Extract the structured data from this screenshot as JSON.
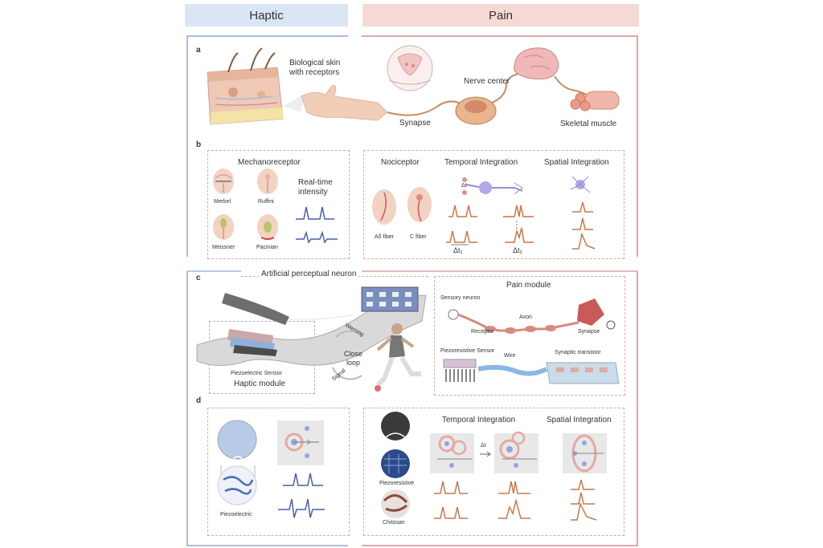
{
  "headers": {
    "haptic": "Haptic",
    "pain": "Pain"
  },
  "panels": {
    "a": "a",
    "b": "b",
    "c": "c",
    "d": "d"
  },
  "panel_a": {
    "skin": "Biological skin\nwith receptors",
    "synapse": "Synapse",
    "nerve_center": "Nerve center",
    "muscle": "Skeletal muscle"
  },
  "panel_b": {
    "mechanoreceptor": "Mechanoreceptor",
    "realtime": "Real-time\nintensity",
    "merkel": "Merkel",
    "ruffini": "Ruffini",
    "meissner": "Meissner",
    "pacinian": "Pacinian",
    "nociceptor": "Nociceptor",
    "temporal": "Temporal Integration",
    "spatial": "Spatial Integration",
    "adelta": "Aδ fiber",
    "cfiber": "C fiber",
    "dt1": "Δt₁",
    "dt2": "Δt₂",
    "dt_small": "Δt"
  },
  "panel_c": {
    "apn": "Artificial perceptual neuron",
    "warning": "Warning",
    "close_loop": "Close\nloop",
    "signal": "Signal",
    "piezo_sensor": "Piezoelectric Sensor",
    "haptic_module": "Haptic module",
    "pain_module": "Pain module",
    "sensory_neuron": "Sensory neuron",
    "axon": "Axon",
    "receptor": "Receptor",
    "synapse": "Synapse",
    "piezores_sensor": "Piezoresistive Sensor",
    "wire": "Wire",
    "syn_transistor": "Synaptic transistor"
  },
  "panel_d": {
    "piezoelectric": "Piezoelectric",
    "temporal": "Temporal Integration",
    "spatial": "Spatial Integration",
    "dt": "Δt",
    "piezoresistive": "Piezoresistive",
    "chitosan": "Chitosan"
  },
  "colors": {
    "haptic_blue": "#4a5fa8",
    "pain_orange": "#c9774a",
    "frame_blue": "#8fa8d4",
    "frame_red": "#d98c8c"
  }
}
